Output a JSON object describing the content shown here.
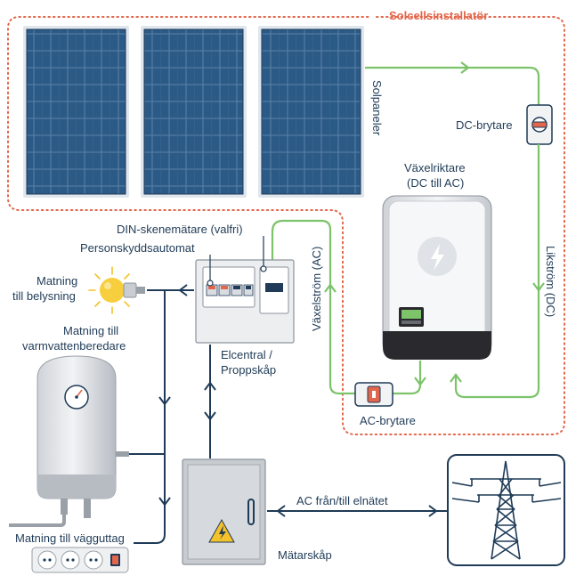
{
  "diagram": {
    "title": "Solcellsinstallatör",
    "labels": {
      "solar_panels": "Solpaneler",
      "dc_switch": "DC-brytare",
      "inverter_line1": "Växelriktare",
      "inverter_line2": "(DC till AC)",
      "direct_current": "Likström (DC)",
      "alternating_current": "Växelström (AC)",
      "din_meter": "DIN-skenemätare (valfri)",
      "rcd": "Personskyddsautomat",
      "lighting_line1": "Matning",
      "lighting_line2": "till belysning",
      "water_heater_line1": "Matning till",
      "water_heater_line2": "varmvattenberedare",
      "distribution_board_line1": "Elcentral /",
      "distribution_board_line2": "Proppskåp",
      "ac_switch": "AC-brytare",
      "wall_socket": "Matning till vägguttag",
      "meter_cabinet": "Mätarskåp",
      "grid": "AC från/till elnätet"
    },
    "colors": {
      "navy": "#1f3b57",
      "green": "#7cc36a",
      "orange_dotted": "#e2664b",
      "panel_blue": "#27527a",
      "inverter_body": "#e4e6ea",
      "inverter_dark": "#2a2a2e",
      "switch_orange": "#e2664b",
      "bulb_yellow": "#f7cf3e",
      "warning_yellow": "#f4c22b"
    },
    "icons": [
      "solar-panel-icon",
      "dc-switch-icon",
      "inverter-icon",
      "lightning-icon",
      "ac-switch-icon",
      "distribution-board-icon",
      "light-bulb-icon",
      "water-heater-icon",
      "gauge-icon",
      "wall-socket-icon",
      "meter-cabinet-icon",
      "high-voltage-sign-icon",
      "power-tower-icon"
    ]
  }
}
